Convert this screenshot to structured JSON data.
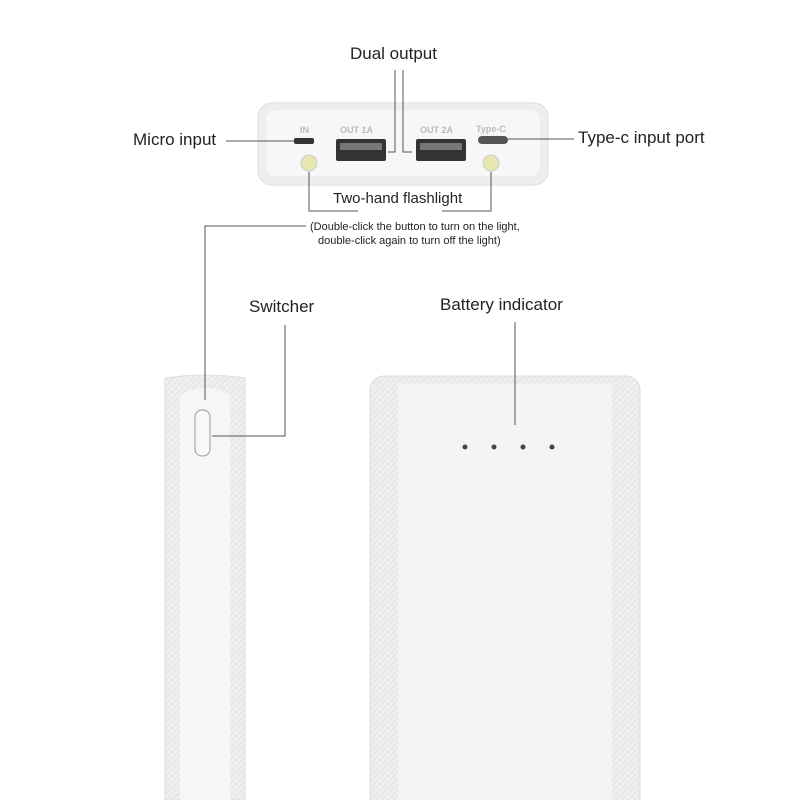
{
  "labels": {
    "dual_output": "Dual output",
    "micro_input": "Micro input",
    "type_c_input": "Type-c input port",
    "flashlight": "Two-hand flashlight",
    "flashlight_note_1": "(Double-click the button to turn on the light,",
    "flashlight_note_2": "double-click again to turn off the light)",
    "switcher": "Switcher",
    "battery_indicator": "Battery indicator"
  },
  "ports": {
    "in": "IN",
    "out1": "OUT 1A",
    "out2": "OUT 2A",
    "typec": "Type-C"
  },
  "battery_leds": 4,
  "colors": {
    "device": "#f2f2f2",
    "line": "#555555",
    "led": "#e8e6b0"
  }
}
